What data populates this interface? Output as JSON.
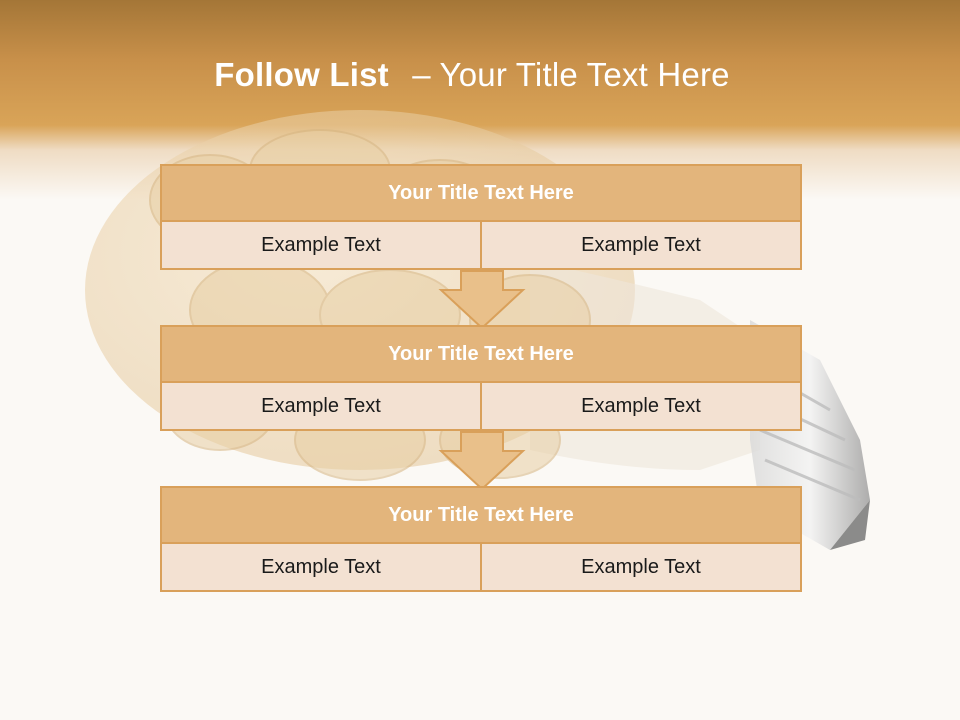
{
  "slide": {
    "title_bold": "Follow List",
    "title_sep": "–",
    "title_rest": "Your Title Text Here"
  },
  "blocks": [
    {
      "title": "Your Title Text Here",
      "left": "Example Text",
      "right": "Example Text"
    },
    {
      "title": "Your Title Text Here",
      "left": "Example Text",
      "right": "Example Text"
    },
    {
      "title": "Your Title Text Here",
      "left": "Example Text",
      "right": "Example Text"
    }
  ],
  "colors": {
    "header": "#d9a458",
    "block_header": "#e3b57c",
    "block_cell": "#f3e1d2",
    "border": "#d9a05a"
  }
}
